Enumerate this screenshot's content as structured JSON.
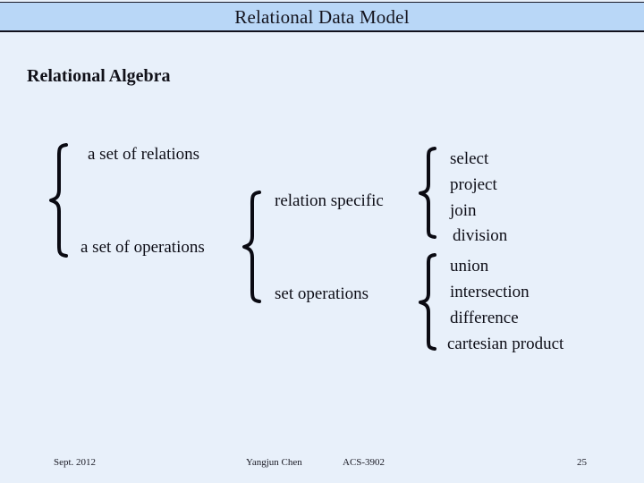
{
  "slide": {
    "title": "Relational Data Model",
    "heading": "Relational Algebra",
    "background_color": "#e8f0fa",
    "title_bar_color": "#b9d7f7",
    "text_color": "#0d0d16"
  },
  "groups": {
    "level1": {
      "items": [
        {
          "label": "a set of relations"
        },
        {
          "label": "a set of operations"
        }
      ]
    },
    "level2": {
      "items": [
        {
          "label": "relation specific"
        },
        {
          "label": "set operations"
        }
      ]
    },
    "level3_relation_specific": {
      "items": [
        {
          "label": "select"
        },
        {
          "label": "project"
        },
        {
          "label": "join"
        },
        {
          "label": "division"
        }
      ]
    },
    "level3_set_operations": {
      "items": [
        {
          "label": "union"
        },
        {
          "label": "intersection"
        },
        {
          "label": "difference"
        },
        {
          "label": "cartesian product"
        }
      ]
    }
  },
  "footer": {
    "date": "Sept. 2012",
    "author": "Yangjun Chen",
    "course": "ACS-3902",
    "page_number": "25"
  }
}
